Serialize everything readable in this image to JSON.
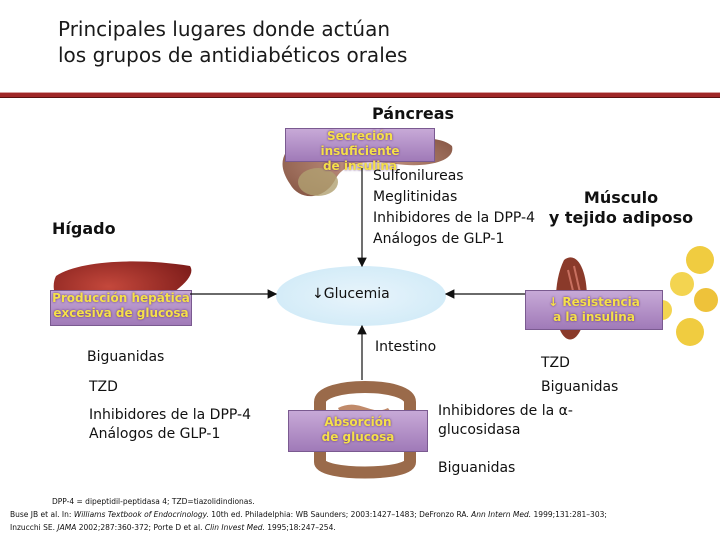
{
  "title": {
    "line1": "Principales lugares donde actúan",
    "line2": "los grupos de antidiabéticos orales"
  },
  "pancreas": {
    "label": "Páncreas",
    "box": {
      "line1": "Secreción insuficiente",
      "line2": "de insulina"
    },
    "drugs": [
      "Sulfonilureas",
      "Meglitinidas",
      "Inhibidores de la DPP-4",
      "Análogos de GLP-1"
    ]
  },
  "musculo": {
    "label_line1": "Músculo",
    "label_line2": "y tejido adiposo",
    "box": {
      "line1": "↓ Resistencia",
      "line2": "a la insulina"
    },
    "drugs": [
      "TZD",
      "Biguanidas"
    ]
  },
  "higado": {
    "label": "Hígado",
    "box": {
      "line1": "Producción hepática",
      "line2": "excesiva de glucosa"
    },
    "drugs": [
      "Biguanidas",
      "TZD",
      "Inhibidores de la DPP-4",
      "Análogos  de GLP-1"
    ]
  },
  "center": {
    "label": "↓Glucemia"
  },
  "intestino": {
    "label": "Intestino",
    "box": {
      "line1": "Absorción",
      "line2": "de glucosa"
    },
    "drugs": [
      "Inhibidores de la α-",
      "glucosidasa",
      "Biguanidas"
    ]
  },
  "footnotes": {
    "line1": "DPP-4 = dipeptidil-peptidasa 4; TZD=tiazolidindionas.",
    "line2a": "Buse JB et al. In: ",
    "line2b": "Williams Textbook of Endocrinology.",
    "line2c": " 10th ed. Philadelphia: WB Saunders; 2003:1427–1483; DeFronzo RA. ",
    "line2d": "Ann Intern Med.",
    "line2e": " 1999;131:281–303;",
    "line3a": "Inzucchi SE. ",
    "line3b": "JAMA",
    "line3c": " 2002;287:360-372; Porte D et al. ",
    "line3d": "Clin Invest Med.",
    "line3e": " 1995;18:247–254."
  },
  "colors": {
    "rule": "#a02828",
    "box_fill": "#b592c8",
    "box_text": "#f5e04a",
    "ellipse": "#d4ecf8",
    "arrow": "#111111"
  }
}
